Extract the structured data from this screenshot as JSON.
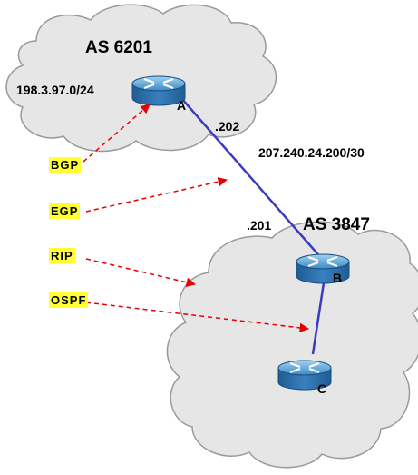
{
  "as_top": {
    "title": "AS 6201",
    "network": "198.3.97.0/24"
  },
  "as_bottom": {
    "title": "AS 3847"
  },
  "link": {
    "subnet": "207.240.24.200/30",
    "addr_a": ".202",
    "addr_b": ".201"
  },
  "routers": [
    {
      "id": "A",
      "label": "A"
    },
    {
      "id": "B",
      "label": "B"
    },
    {
      "id": "C",
      "label": "C"
    }
  ],
  "protocols": [
    {
      "name": "BGP"
    },
    {
      "name": "EGP"
    },
    {
      "name": "RIP"
    },
    {
      "name": "OSPF"
    }
  ],
  "colors": {
    "cloud_fill": "#e6e6e6",
    "cloud_stroke": "#9a9a9a",
    "router_body": "#2f74b5",
    "link": "#3b3bbf",
    "arrow": "#e60000",
    "highlight": "#ffff33"
  }
}
